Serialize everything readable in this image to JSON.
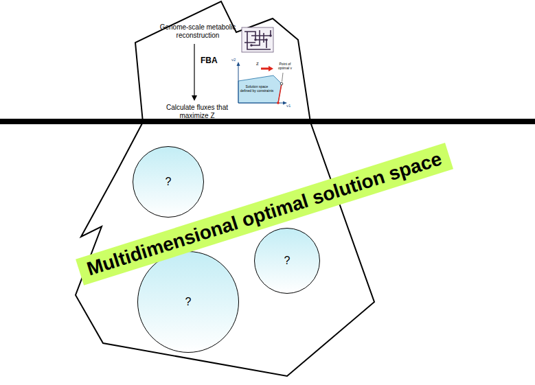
{
  "diagram": {
    "nodes": [
      {
        "text": [
          "Genome-scale metabolic reconstruction",
          "FBA",
          "Calculate fluxes that maximize Z"
        ]
      },
      {
        "text": [
          "?"
        ],
        "in": 0
      },
      {
        "text": [
          "?"
        ],
        "in": 0
      },
      {
        "text": [
          "?"
        ],
        "in": 0
      },
      {
        "text": [
          "Multidimensional optimal solution space"
        ]
      }
    ],
    "labels": [
      "v2",
      "Z",
      "Point of optimal v",
      "Solution space defined by constraints",
      "v1"
    ]
  }
}
